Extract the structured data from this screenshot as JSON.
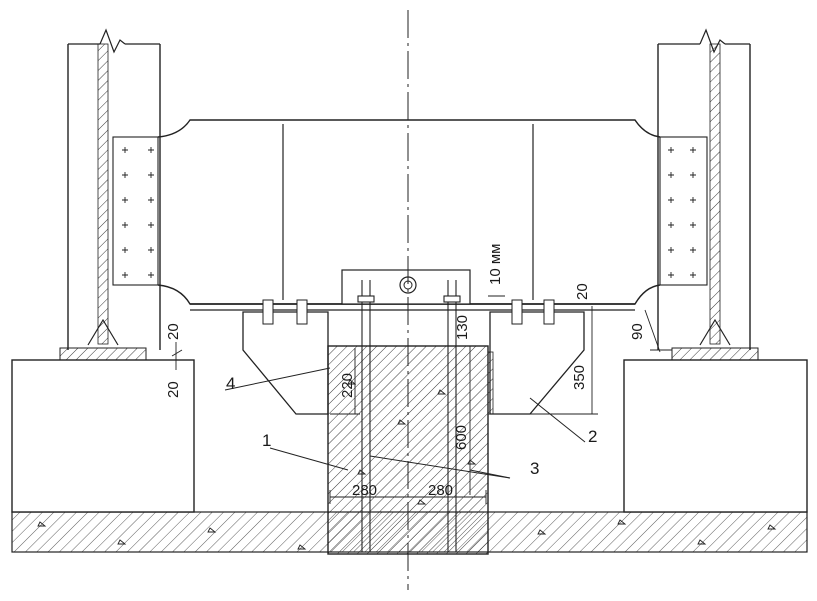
{
  "drawing": {
    "dimensions": {
      "left_top_gap": "20",
      "left_bottom_gap": "20",
      "plate_gap": "10 мм",
      "right_top_gap": "20",
      "right_gap_90": "90",
      "bracket_height": "350",
      "pedestal_top": "130",
      "pedestal_offset": "220",
      "pedestal_height": "600",
      "width_left": "280",
      "width_right": "280"
    },
    "callouts": {
      "c1": "1",
      "c2": "2",
      "c3": "3",
      "c4": "4"
    }
  }
}
